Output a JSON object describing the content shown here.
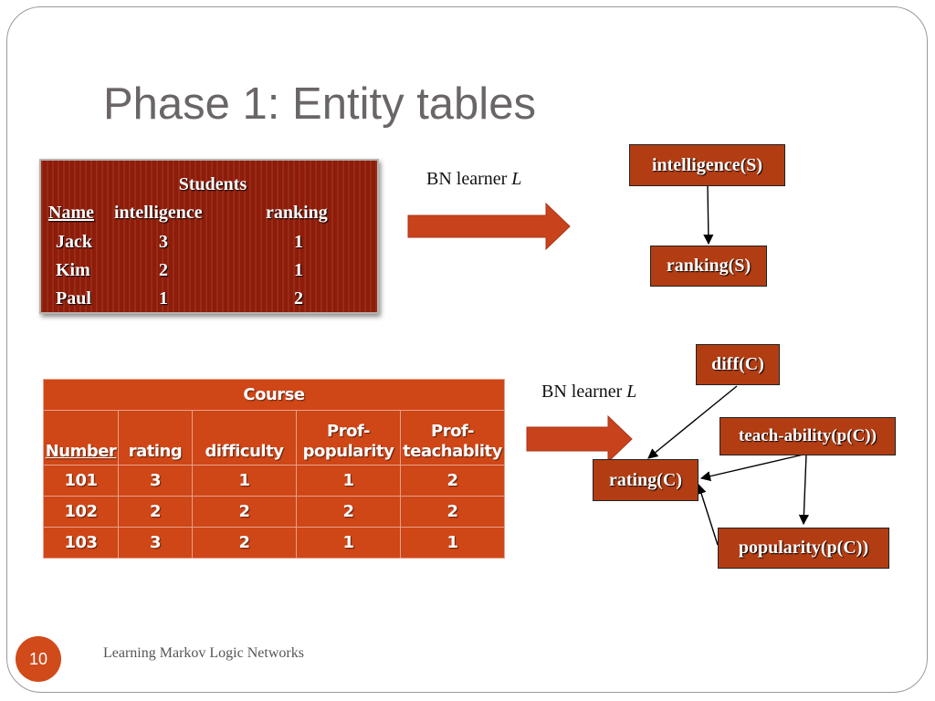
{
  "slide": {
    "title": "Phase 1: Entity tables",
    "page_number": "10",
    "footer": "Learning Markov Logic Networks"
  },
  "students_table": {
    "caption": "Students",
    "headers": [
      "Name",
      "intelligence",
      "ranking"
    ],
    "rows": [
      [
        "Jack",
        "3",
        "1"
      ],
      [
        "Kim",
        "2",
        "1"
      ],
      [
        "Paul",
        "1",
        "2"
      ]
    ]
  },
  "course_table": {
    "caption": "Course",
    "headers": [
      "Number",
      "rating",
      "difficulty",
      "Prof-\npopularity",
      "Prof-\nteachablity"
    ],
    "rows": [
      [
        "101",
        "3",
        "1",
        "1",
        "2"
      ],
      [
        "102",
        "2",
        "2",
        "2",
        "2"
      ],
      [
        "103",
        "3",
        "2",
        "1",
        "1"
      ]
    ]
  },
  "learner_label": {
    "text": "BN learner ",
    "var": "L"
  },
  "bn_students": {
    "nodes": [
      "intelligence(S)",
      "ranking(S)"
    ]
  },
  "bn_course": {
    "nodes": [
      "diff(C)",
      "teach-ability(p(C))",
      "rating(C)",
      "popularity(p(C))"
    ]
  },
  "colors": {
    "title_gray": "#6b6666",
    "students_bg": "#8e1c09",
    "course_bg": "#cf4617",
    "node_fill": "#b23d13",
    "arrow_fill": "#c8421c",
    "page_circle": "#d04a1a"
  }
}
